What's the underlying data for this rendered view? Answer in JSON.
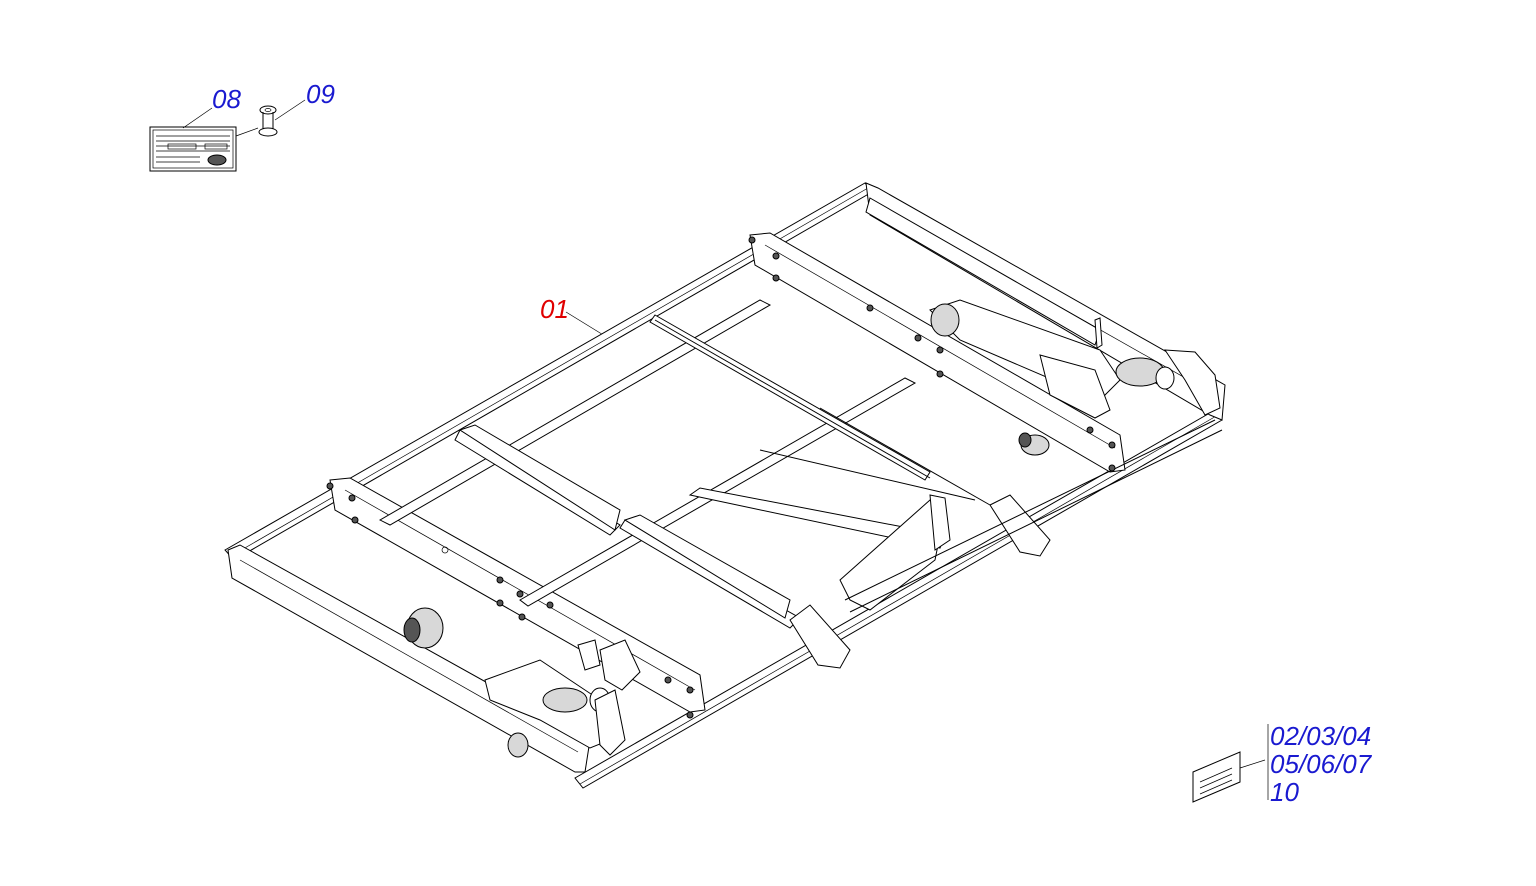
{
  "callouts": {
    "c08": "08",
    "c09": "09",
    "c01": "01",
    "group": [
      "02/03/04",
      "05/06/07",
      "10"
    ]
  },
  "colors": {
    "callout_blue": "#1a1ad0",
    "callout_red": "#e00000",
    "line": "#000000",
    "background": "#ffffff"
  }
}
